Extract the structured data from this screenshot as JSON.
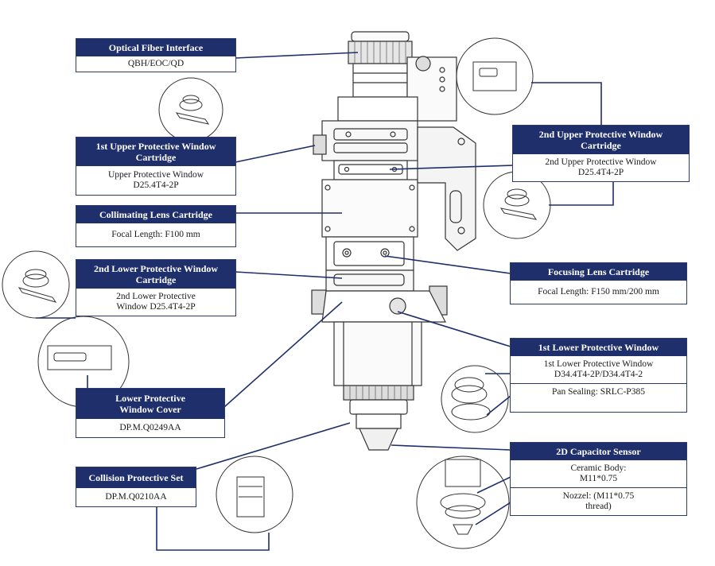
{
  "labels": {
    "optical_fiber": {
      "title": "Optical Fiber Interface",
      "lines": [
        "QBH/EOC/QD"
      ]
    },
    "first_upper": {
      "title": "1st Upper Protective Window Cartridge",
      "lines": [
        "Upper Protective Window D25.4T4-2P"
      ]
    },
    "collimating": {
      "title": "Collimating Lens Cartridge",
      "lines": [
        "Focal Length: F100 mm"
      ]
    },
    "second_lower": {
      "title": "2nd Lower Protective Window Cartridge",
      "lines": [
        "2nd Lower Protective Window D25.4T4-2P"
      ]
    },
    "lower_cover": {
      "title": "Lower Protective Window Cover",
      "lines": [
        "DP.M.Q0249AA"
      ]
    },
    "collision": {
      "title": "Collision Protective Set",
      "lines": [
        "DP.M.Q0210AA"
      ]
    },
    "second_upper": {
      "title": "2nd Upper Protective Window Cartridge",
      "lines": [
        "2nd Upper Protective Window D25.4T4-2P"
      ]
    },
    "focusing": {
      "title": "Focusing Lens Cartridge",
      "lines": [
        "Focal Length: F150 mm/200 mm"
      ]
    },
    "first_lower": {
      "title": "1st Lower Protective Window",
      "lines": [
        "1st Lower Protective Window D34.4T4-2P/D34.4T4-2",
        "Pan Sealing: SRLC-P385"
      ]
    },
    "capacitor": {
      "title": "2D Capacitor Sensor",
      "lines": [
        "Ceramic Body: M11*0.75",
        "Nozzel: (M11*0.75 thread)"
      ]
    }
  },
  "colors": {
    "header_bg": "#1f2f6b",
    "line": "#1f2f6b",
    "drawing": "#333333"
  }
}
